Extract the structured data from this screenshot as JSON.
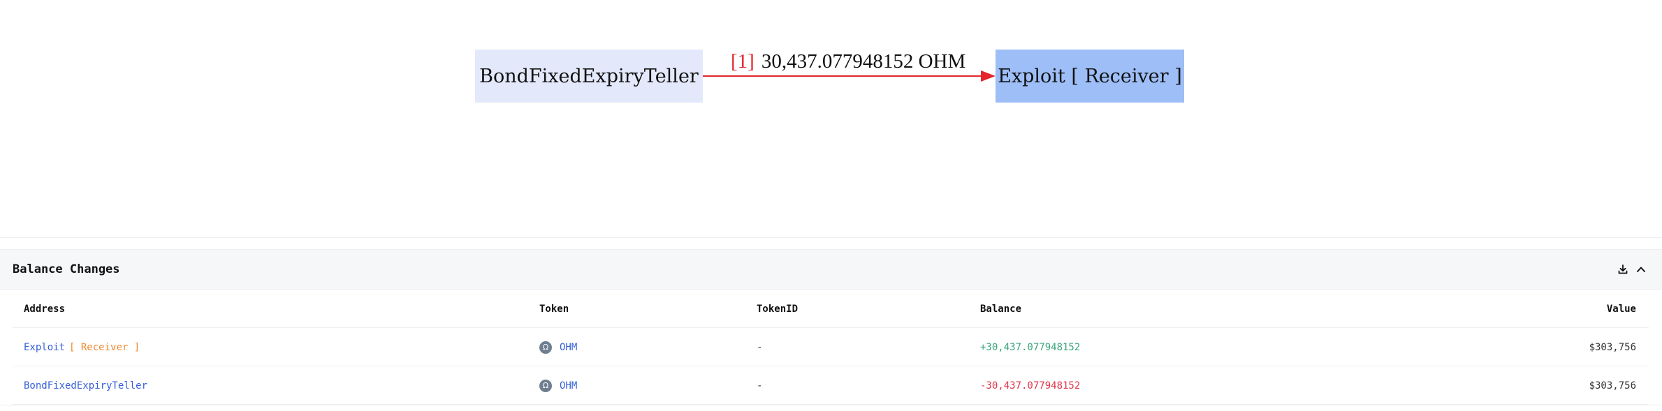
{
  "graph": {
    "source_node": "BondFixedExpiryTeller",
    "target_node": "Exploit [ Receiver ]",
    "edge": {
      "index": "[1]",
      "amount": "30,437.077948152 OHM",
      "color": "#e3262c"
    }
  },
  "panel": {
    "title": "Balance Changes",
    "icons": [
      "download-icon",
      "chevron-up-icon"
    ]
  },
  "table": {
    "columns": [
      "Address",
      "Token",
      "TokenID",
      "Balance",
      "Value"
    ],
    "rows": [
      {
        "address": "Exploit",
        "address_tag": "[ Receiver ]",
        "token_symbol": "OHM",
        "token_id": "-",
        "balance": "+30,437.077948152",
        "value": "$303,756"
      },
      {
        "address": "BondFixedExpiryTeller",
        "address_tag": "",
        "token_symbol": "OHM",
        "token_id": "-",
        "balance": "-30,437.077948152",
        "value": "$303,756"
      }
    ]
  },
  "colors": {
    "link": "#3560d8",
    "tag": "#f0892f",
    "positive": "#3aa57c",
    "negative": "#e1354b",
    "source_node_bg": "#e3e9fa",
    "target_node_bg": "#9dbef7"
  }
}
